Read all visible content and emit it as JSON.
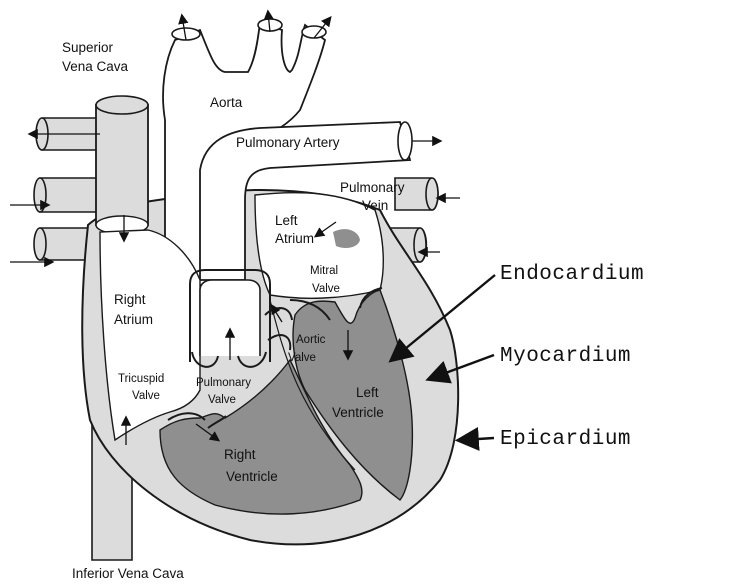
{
  "labels": {
    "superior_vena_cava_1": "Superior",
    "superior_vena_cava_2": "Vena Cava",
    "aorta": "Aorta",
    "pulmonary_artery": "Pulmonary Artery",
    "pulmonary_vein_1": "Pulmonary",
    "pulmonary_vein_2": "Vein",
    "left_atrium_1": "Left",
    "left_atrium_2": "Atrium",
    "mitral_valve_1": "Mitral",
    "mitral_valve_2": "Valve",
    "right_atrium_1": "Right",
    "right_atrium_2": "Atrium",
    "aortic_valve_1": "Aortic",
    "aortic_valve_2": "Valve",
    "tricuspid_valve_1": "Tricuspid",
    "tricuspid_valve_2": "Valve",
    "pulmonary_valve_1": "Pulmonary",
    "pulmonary_valve_2": "Valve",
    "left_ventricle_1": "Left",
    "left_ventricle_2": "Ventricle",
    "right_ventricle_1": "Right",
    "right_ventricle_2": "Ventricle",
    "inferior_vena_cava": "Inferior Vena Cava"
  },
  "layers": {
    "endocardium": "Endocardium",
    "myocardium": "Myocardium",
    "epicardium": "Epicardium"
  },
  "colors": {
    "wall": "#dcdcdc",
    "chamber": "#8f8f8f",
    "outline": "#1a1a1a"
  }
}
